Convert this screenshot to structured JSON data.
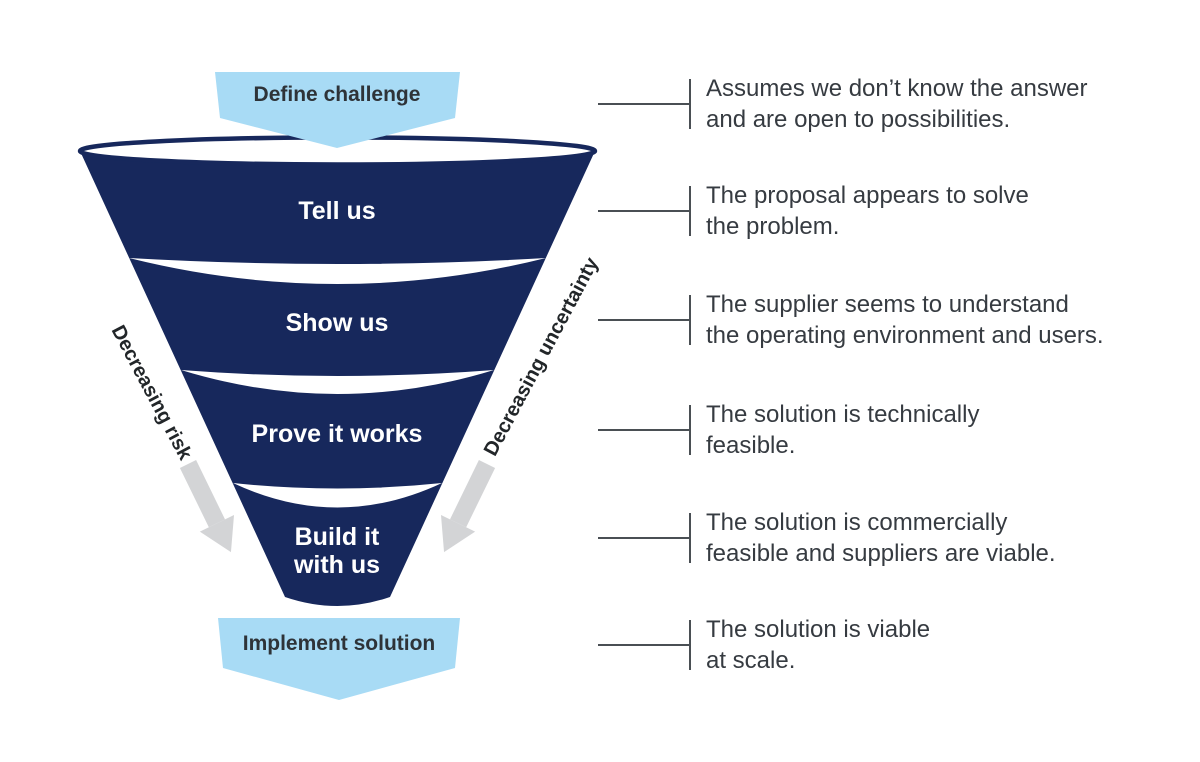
{
  "diagram": {
    "top_banner": {
      "label": "Define challenge"
    },
    "bottom_banner": {
      "label": "Implement solution"
    },
    "funnel_stages": [
      {
        "lines": [
          "Tell us"
        ]
      },
      {
        "lines": [
          "Show us"
        ]
      },
      {
        "lines": [
          "Prove it works"
        ]
      },
      {
        "lines": [
          "Build it",
          "with us"
        ]
      }
    ],
    "side_labels": {
      "left": "Decreasing risk",
      "right": "Decreasing uncertainty"
    },
    "annotations": [
      {
        "line1": "Assumes we don’t know the answer",
        "line2": "and are open to possibilities."
      },
      {
        "line1": "The proposal appears to solve",
        "line2": "the problem."
      },
      {
        "line1": "The supplier seems to understand",
        "line2": "the operating environment and users."
      },
      {
        "line1": "The solution is technically",
        "line2": "feasible."
      },
      {
        "line1": "The solution is commercially",
        "line2": "feasible and suppliers are viable."
      },
      {
        "line1": "The solution is viable",
        "line2": "at scale."
      }
    ],
    "colors": {
      "navy": "#17285c",
      "light_blue": "#a8dbf5",
      "arrow_gray": "#d3d4d6",
      "bracket_gray": "#4a4f54",
      "text_dark": "#363b41",
      "banner_text": "#2e3338",
      "side_label": "#222629"
    }
  }
}
